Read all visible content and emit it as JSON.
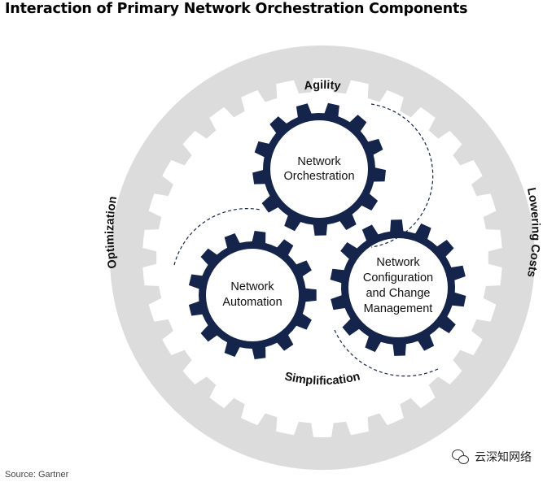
{
  "title": "Interaction of Primary Network Orchestration Components",
  "outer_ring": {
    "top_label": "Agility",
    "right_label": "Lowering Costs",
    "bottom_label": "Simplification",
    "left_label": "Optimization"
  },
  "gears": {
    "orchestration": {
      "line1": "Network",
      "line2": "Orchestration"
    },
    "automation": {
      "line1": "Network",
      "line2": "Automation"
    },
    "configuration": {
      "line1": "Network",
      "line2": "Configuration",
      "line3": "and Change",
      "line4": "Management"
    }
  },
  "source": "Source: Gartner",
  "watermark": "云深知网络",
  "colors": {
    "gear": "#14244a",
    "ring": "#dcdcdc",
    "dash": "#14244a",
    "text": "#111111"
  }
}
